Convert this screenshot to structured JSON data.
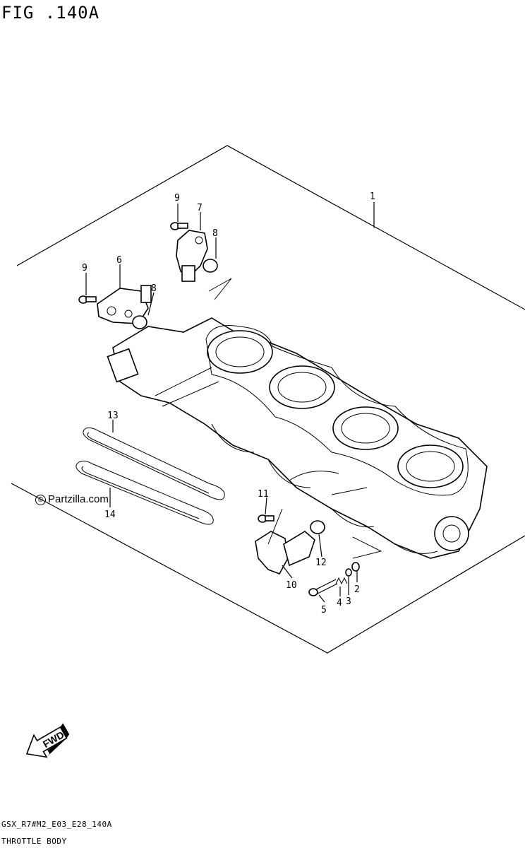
{
  "figure": {
    "title": "FIG .140A",
    "drawing_code": "GSX_R7#M2_E03_E28_140A",
    "section_title": "THROTTLE BODY",
    "watermark": "Partzilla.com",
    "watermark_symbol": "©",
    "direction_label": "FWD"
  },
  "callouts": [
    "1",
    "2",
    "3",
    "4",
    "5",
    "6",
    "7",
    "8",
    "8",
    "9",
    "9",
    "10",
    "11",
    "12",
    "13",
    "14"
  ]
}
